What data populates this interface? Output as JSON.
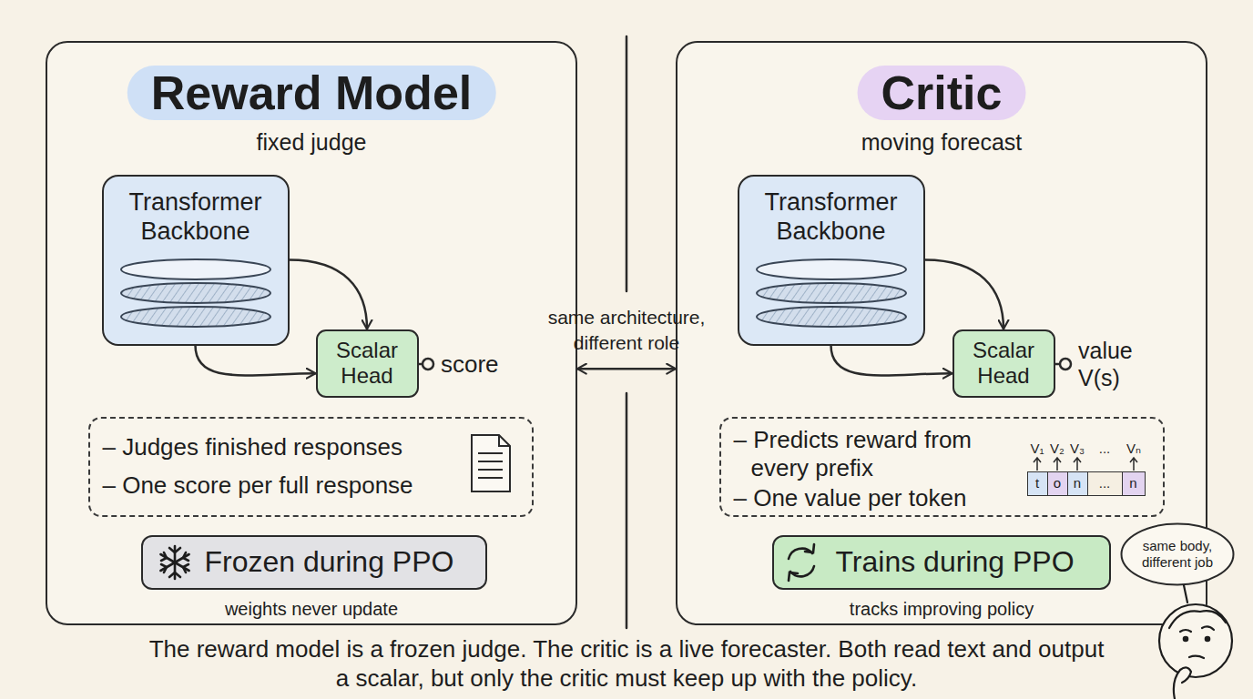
{
  "diagram": {
    "caption": "The reward model is a frozen judge. The critic is a live forecaster. Both read text and output a scalar, but only the critic must keep up with the policy.",
    "nodes": [
      {
        "text": [
          "Reward Model",
          "fixed judge"
        ]
      },
      {
        "text": [
          "Transformer Backbone"
        ],
        "in": 0
      },
      {
        "text": [
          "Scalar Head"
        ],
        "in": 0
      },
      {
        "text": [
          "– Judges finished responses",
          "– One score per full response"
        ],
        "in": 0
      },
      {
        "text": [
          "Frozen during PPO"
        ],
        "in": 0
      },
      {
        "text": [
          "Critic",
          "moving forecast"
        ]
      },
      {
        "text": [
          "Transformer Backbone"
        ],
        "in": 5
      },
      {
        "text": [
          "Scalar Head"
        ],
        "in": 5
      },
      {
        "text": [
          "– Predicts reward from every prefix",
          "– One value per token"
        ],
        "in": 5
      },
      {
        "text": [
          "t"
        ],
        "in": 8
      },
      {
        "text": [
          "o"
        ],
        "in": 8
      },
      {
        "text": [
          "n"
        ],
        "in": 8
      },
      {
        "text": [
          "..."
        ],
        "in": 8
      },
      {
        "text": [
          "n"
        ],
        "in": 8
      },
      {
        "text": [
          "Trains during PPO"
        ],
        "in": 5
      },
      {
        "text": [
          "same body, different job"
        ]
      }
    ],
    "edges": [
      {
        "from": 1,
        "to": 2,
        "arrow": "to"
      },
      {
        "from": 1,
        "to": 2,
        "arrow": "to"
      },
      {
        "from": 0,
        "to": 5,
        "label": "same architecture, different role",
        "arrow": "both"
      },
      {
        "from": 6,
        "to": 7,
        "arrow": "to"
      },
      {
        "from": 6,
        "to": 7,
        "arrow": "to"
      }
    ],
    "labels": [
      "score",
      "weights never update",
      "value V(s)",
      "V₁",
      "V₂",
      "V₃",
      "...",
      "Vₙ",
      "tracks improving policy"
    ]
  }
}
